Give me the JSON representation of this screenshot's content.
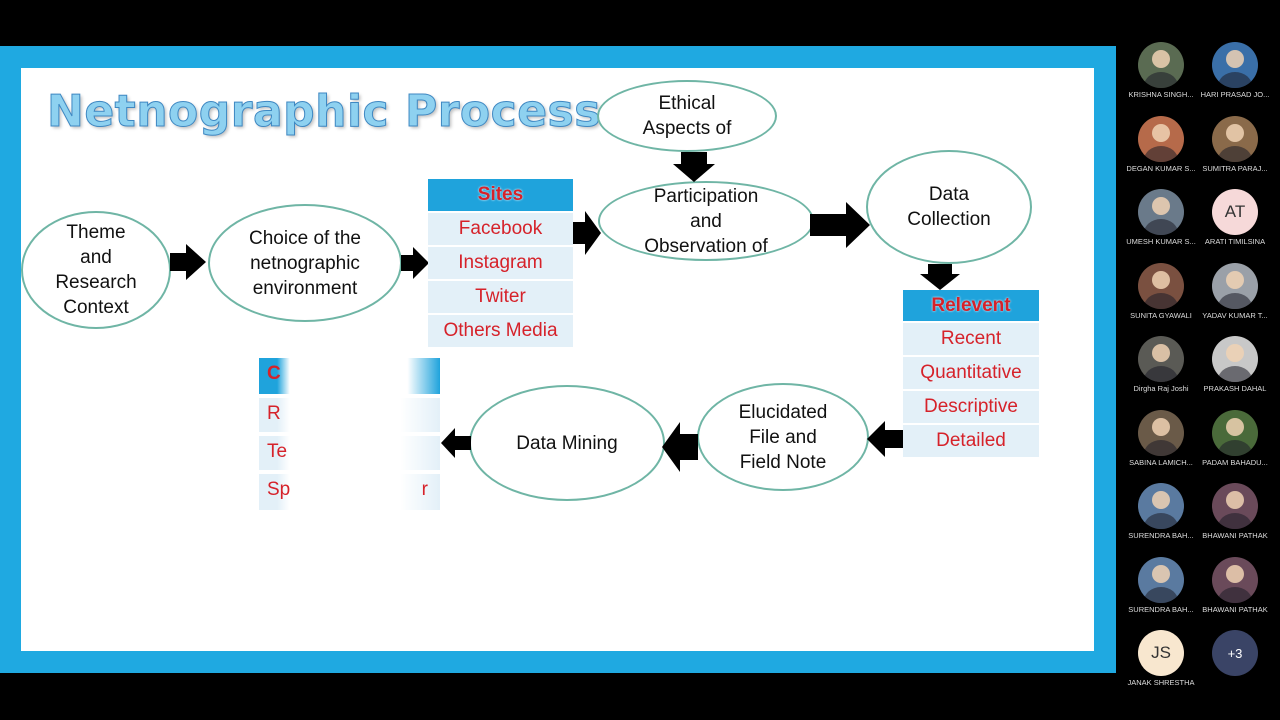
{
  "slide": {
    "title": "Netnographic Process",
    "theme_oval": "Theme\nand\nResearch\nContext",
    "choice_oval": "Choice of the\nnetnographic\nenvironment",
    "ethical_oval": "Ethical\nAspects of",
    "participation_oval": "Participation\nand\nObservation of",
    "data_collection_oval": "Data\nCollection",
    "elucidated_oval": "Elucidated\nFile and\nField Note",
    "data_mining_oval": "Data Mining",
    "sites_table": {
      "header": "Sites",
      "rows": [
        "Facebook",
        "Instagram",
        "Twiter",
        "Others Media"
      ]
    },
    "relevent_table": {
      "header": "Relevent",
      "rows": [
        "Recent",
        "Quantitative",
        "Descriptive",
        "Detailed"
      ]
    },
    "faded_table": {
      "header": "C",
      "rows": [
        "R",
        "Te",
        "Sp"
      ],
      "tail": "r"
    }
  },
  "participants": [
    {
      "name": "KRISHNA SINGH...",
      "color": "#5a6b52"
    },
    {
      "name": "HARI PRASAD JO...",
      "color": "#3a6fa8"
    },
    {
      "name": "DEGAN KUMAR S...",
      "color": "#b66a4a"
    },
    {
      "name": "SUMITRA PARAJ...",
      "color": "#8a6a4a"
    },
    {
      "name": "UMESH KUMAR S...",
      "color": "#6a7a8a"
    },
    {
      "name": "ARATI TIMILSINA",
      "initials": "AT",
      "color": "#f6d9d9"
    },
    {
      "name": "SUNITA GYAWALI",
      "color": "#7a5040"
    },
    {
      "name": "YADAV KUMAR T...",
      "color": "#9aa0a8"
    },
    {
      "name": "Dirgha Raj Joshi",
      "color": "#5a5a55"
    },
    {
      "name": "PRAKASH DAHAL",
      "color": "#c8c8c8"
    },
    {
      "name": "SABINA LAMICH...",
      "color": "#6a5a48"
    },
    {
      "name": "PADAM BAHADU...",
      "color": "#4a6a3a"
    },
    {
      "name": "SURENDRA BAH...",
      "color": "#5a7aa0"
    },
    {
      "name": "BHAWANI PATHAK",
      "color": "#6a4a5a"
    },
    {
      "name": "SURENDRA BAH...",
      "color": "#5a7aa0"
    },
    {
      "name": "BHAWANI PATHAK",
      "color": "#6a4a5a"
    },
    {
      "name": "JANAK SHRESTHA",
      "initials": "JS",
      "color": "#f8e7cf"
    }
  ],
  "more_participants": "+3"
}
